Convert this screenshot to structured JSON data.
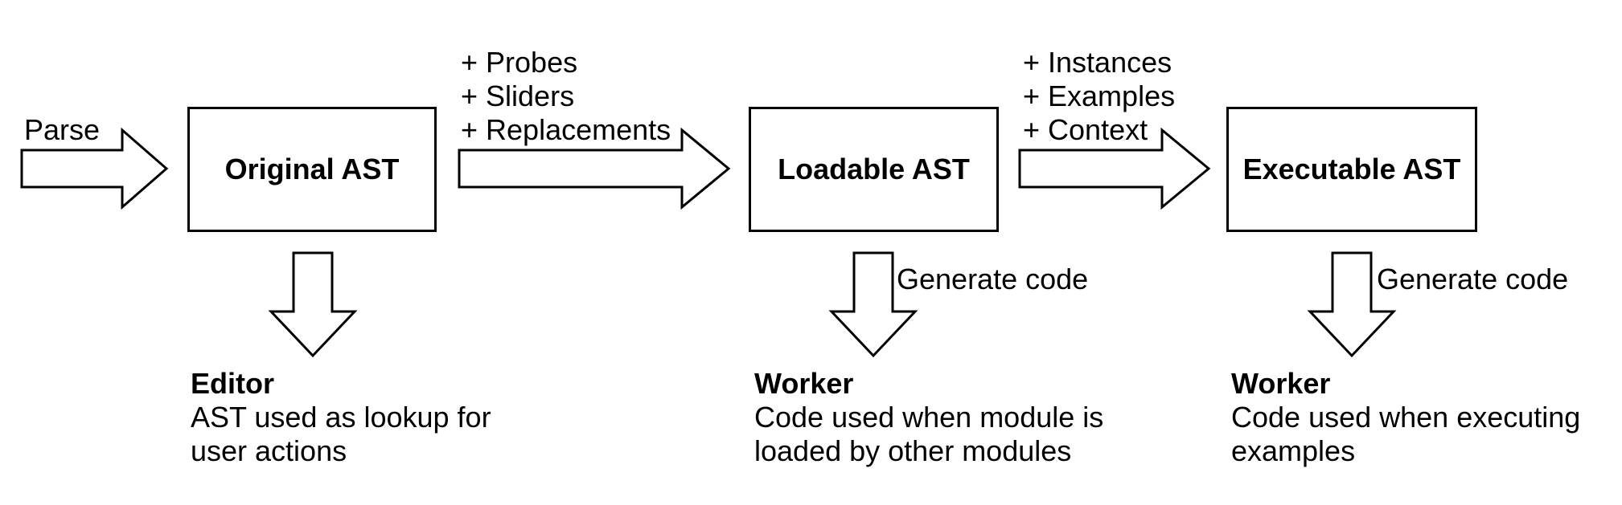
{
  "colors": {
    "ink": "#000000",
    "background": "#ffffff"
  },
  "flow": {
    "parse_label": "Parse",
    "boxes": [
      {
        "title": "Original AST"
      },
      {
        "title": "Loadable AST"
      },
      {
        "title": "Executable AST"
      }
    ],
    "transitions": [
      {
        "additions": [
          "+ Probes",
          "+ Sliders",
          "+ Replacements"
        ]
      },
      {
        "additions": [
          "+ Instances",
          "+ Examples",
          "+ Context"
        ]
      }
    ],
    "generate_code_labels": [
      "Generate code",
      "Generate code"
    ],
    "outputs": [
      {
        "title": "Editor",
        "lines": [
          "AST used as lookup for",
          "user actions"
        ]
      },
      {
        "title": "Worker",
        "lines": [
          "Code used when module is",
          "loaded by other modules"
        ]
      },
      {
        "title": "Worker",
        "lines": [
          "Code used when executing",
          "examples"
        ]
      }
    ]
  }
}
